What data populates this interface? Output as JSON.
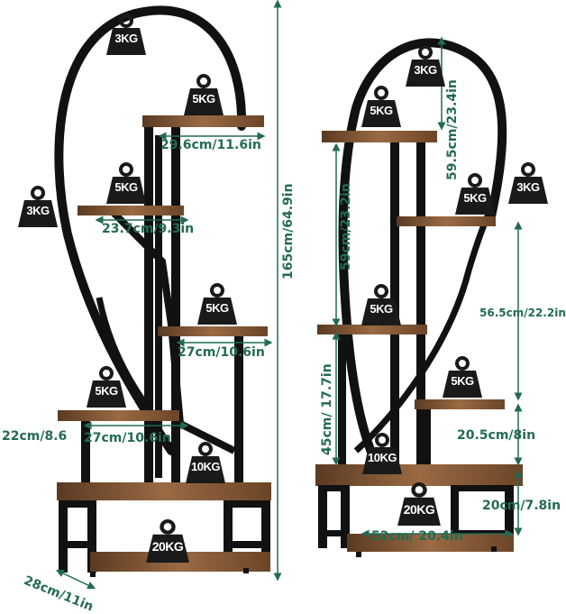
{
  "colors": {
    "frame": "#111111",
    "wood_light": "#9a6a43",
    "wood_dark": "#5a3a22",
    "dimension": "#226b52",
    "weight_icon": "#1a1a1a"
  },
  "left_stand": {
    "weights": {
      "top": "3KG",
      "upper_right": "5KG",
      "side": "3KG",
      "middle_left": "5KG",
      "middle_right": "5KG",
      "lower_left": "5KG",
      "lower_right": "10KG",
      "base": "20KG"
    },
    "dimensions": {
      "top_shelf": "29.6cm/11.6in",
      "upper_shelf": "23.7cm/9.3in",
      "middle_shelf": "27cm/10.6in",
      "lower_shelf": "27cm/10.6in",
      "lower_shelf_depth": "22cm/8.6",
      "base_depth": "28cm/11in",
      "total_height": "165cm/64.9in"
    }
  },
  "right_stand": {
    "weights": {
      "top": "3KG",
      "upper_left": "5KG",
      "middle_right": "5KG",
      "side": "3KG",
      "middle_left": "5KG",
      "lower_right": "5KG",
      "lower_left": "10KG",
      "base": "20KG"
    },
    "dimensions": {
      "arch_height": "59.5cm/23.4in",
      "upper_height": "59cm/23.2in",
      "middle_gap": "56.5cm/22.2in",
      "lower_height": "45cm/ 17.7in",
      "lower_gap": "20.5cm/8in",
      "base_height": "20cm/7.8in",
      "base_width": "52cm/ 20.4in"
    }
  }
}
